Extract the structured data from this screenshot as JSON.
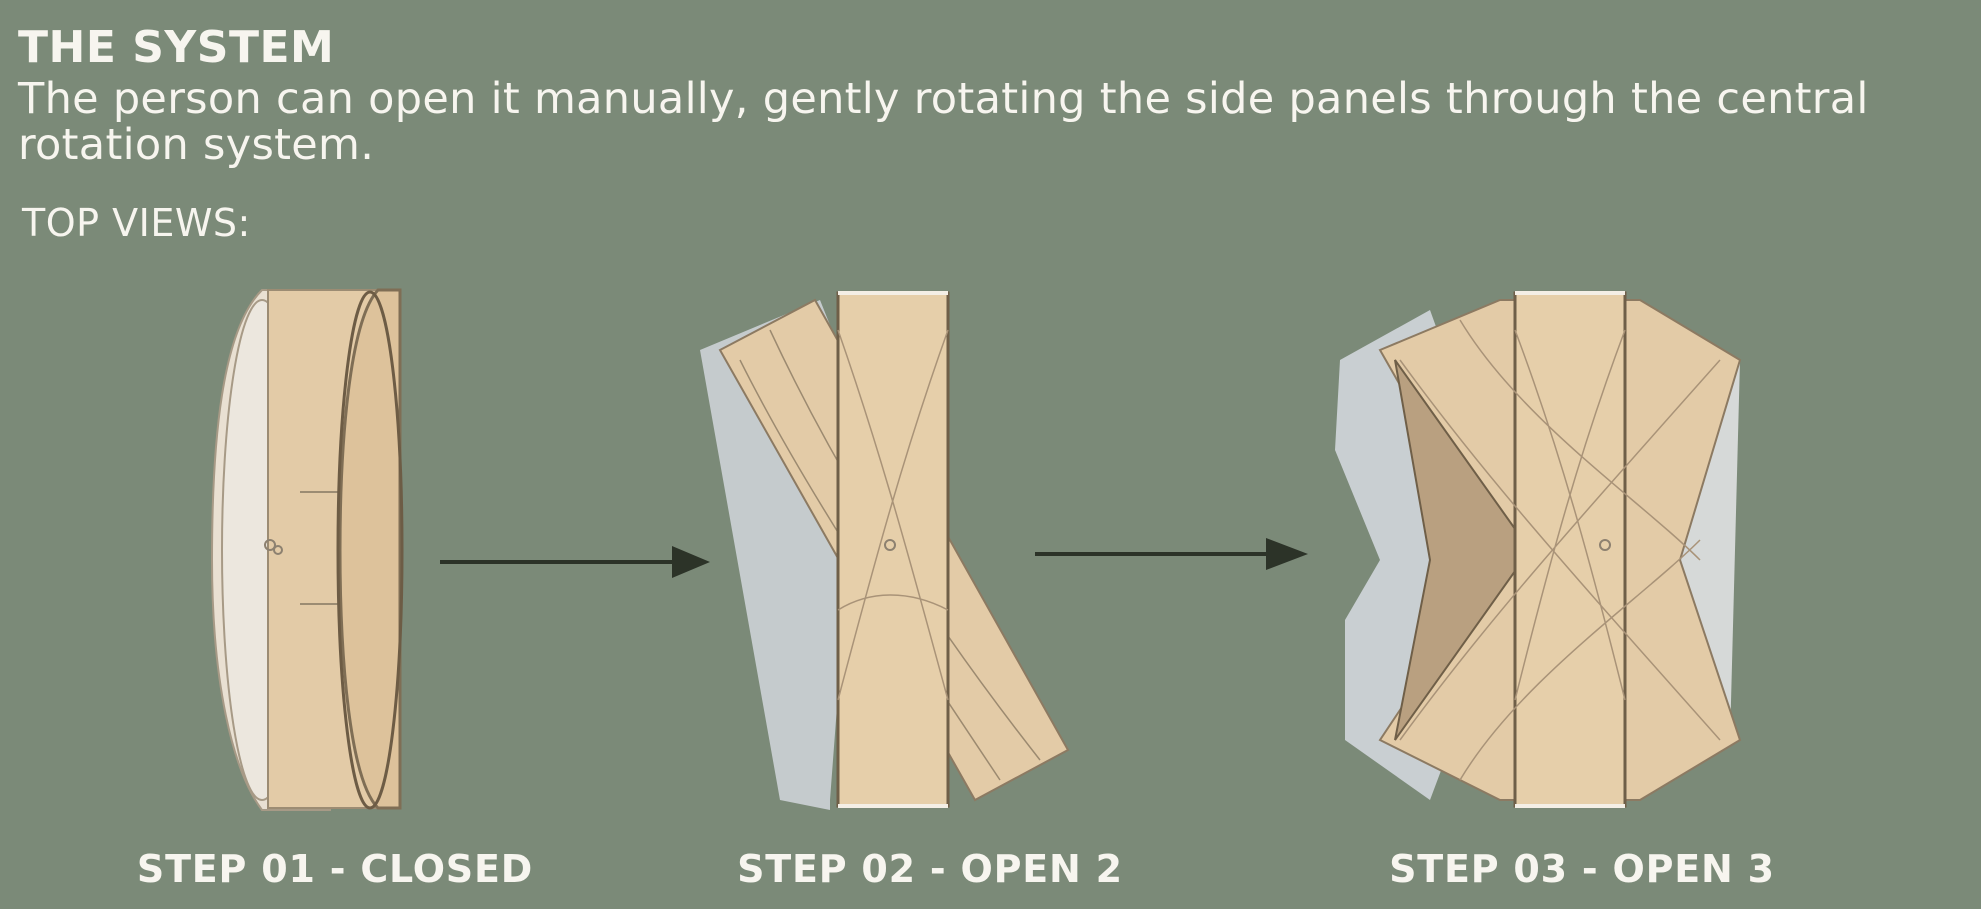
{
  "header": {
    "title": "THE SYSTEM",
    "description": "The person can open it manually, gently rotating the side panels through the central rotation system.",
    "subtitle": "TOP VIEWS:"
  },
  "steps": [
    {
      "label": "STEP 01 - CLOSED"
    },
    {
      "label": "STEP 02 - OPEN 2"
    },
    {
      "label": "STEP 03 - OPEN 3"
    }
  ],
  "colors": {
    "background": "#7b8a78",
    "text": "#f7f5ef",
    "panel_wood": "#e3cba7",
    "panel_edge": "#8c7a62",
    "shadow_panel": "#c9cfd2",
    "arrow": "#2c3328"
  }
}
